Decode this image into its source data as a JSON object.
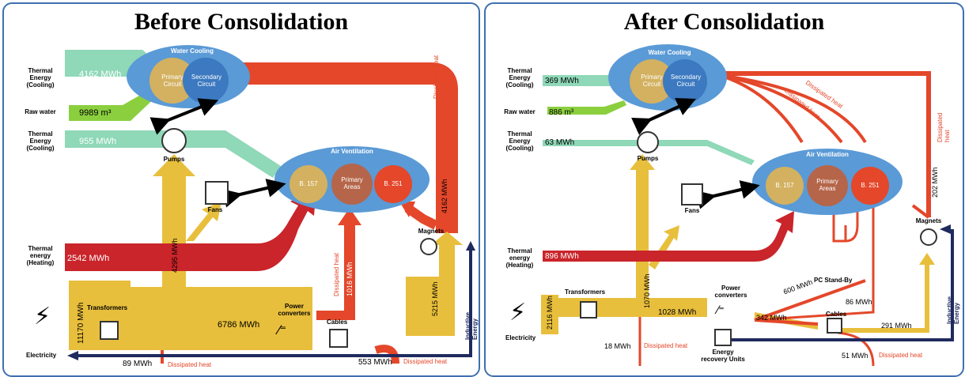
{
  "colors": {
    "thermal": "#8fd8b8",
    "water": "#8bcf3f",
    "yellow": "#e8bf3c",
    "red": "#e4472a",
    "darkred": "#c9252b",
    "navy": "#1f2a5e",
    "ellipse": "#5a9ad6"
  },
  "before": {
    "title": "Before Consolidation",
    "thermal_cooling_1": "Thermal Energy (Cooling)",
    "cooling_value": "4162 MWh",
    "raw_water": "Raw water",
    "raw_water_value": "9989 m³",
    "thermal_cooling_2": "Thermal Energy (Cooling)",
    "cooling_value_2": "955 MWh",
    "water_cooling": "Water Cooling",
    "primary_circuit": "Primary Circuit",
    "secondary_circuit": "Secondary Circuit",
    "pumps": "Pumps",
    "fans": "Fans",
    "air_ventilation": "Air Ventilation",
    "b157": "B. 157",
    "primary_areas": "Primary Areas",
    "b251": "B. 251",
    "dissipated_heat": "Dissipated heat",
    "v4162": "4162 MWh",
    "v4295": "4295 MWh",
    "v1016": "1016 MWh",
    "magnets": "Magnets",
    "thermal_heating": "Thermal energy (Heating)",
    "heating_value": "2542 MWh",
    "v5215": "5215 MWh",
    "electricity": "Electricity",
    "v11170": "11170 MWh",
    "transformers": "Transformers",
    "v6786": "6786 MWh",
    "power_converters": "Power converters",
    "cables": "Cables",
    "inductive_energy": "Inductive Energy",
    "v89": "89 MWh",
    "dissipated_heat_2": "Dissipated heat",
    "v553": "553 MWh",
    "dissipated_heat_3": "Dissipated heat"
  },
  "after": {
    "title": "After Consolidation",
    "thermal_cooling_1": "Thermal Energy (Cooling)",
    "cooling_value": "369 MWh",
    "raw_water": "Raw water",
    "raw_water_value": "886 m³",
    "thermal_cooling_2": "Thermal Energy (Cooling)",
    "cooling_value_2": "63 MWh",
    "water_cooling": "Water Cooling",
    "primary_circuit": "Primary Circuit",
    "secondary_circuit": "Secondary Circuit",
    "pumps": "Pumps",
    "fans": "Fans",
    "air_ventilation": "Air Ventilation",
    "b157": "B. 157",
    "primary_areas": "Primary Areas",
    "b251": "B. 251",
    "dissipated_heat_a": "Dissipated heat",
    "dissipated_heat_b": "Dissipated heat",
    "dissipated_heat_c": "Dissipated heat",
    "v202": "202 MWh",
    "magnets": "Magnets",
    "thermal_heating": "Thermal energy (Heating)",
    "heating_value": "896 MWh",
    "v1070": "1070 MWh",
    "pc_standby": "PC Stand-By",
    "electricity": "Electricity",
    "v2116": "2116 MWh",
    "transformers": "Transformers",
    "v1028": "1028 MWh",
    "power_converters": "Power converters",
    "v600": "600 MWh",
    "v86": "86 MWh",
    "v342": "342 MWh",
    "cables": "Cables",
    "v291": "291 MWh",
    "inductive_energy": "Inductive Energy",
    "v18": "18 MWh",
    "dissipated_heat_d": "Dissipated heat",
    "energy_recovery": "Energy recovery Units",
    "v51": "51 MWh",
    "dissipated_heat_e": "Dissipated heat"
  }
}
